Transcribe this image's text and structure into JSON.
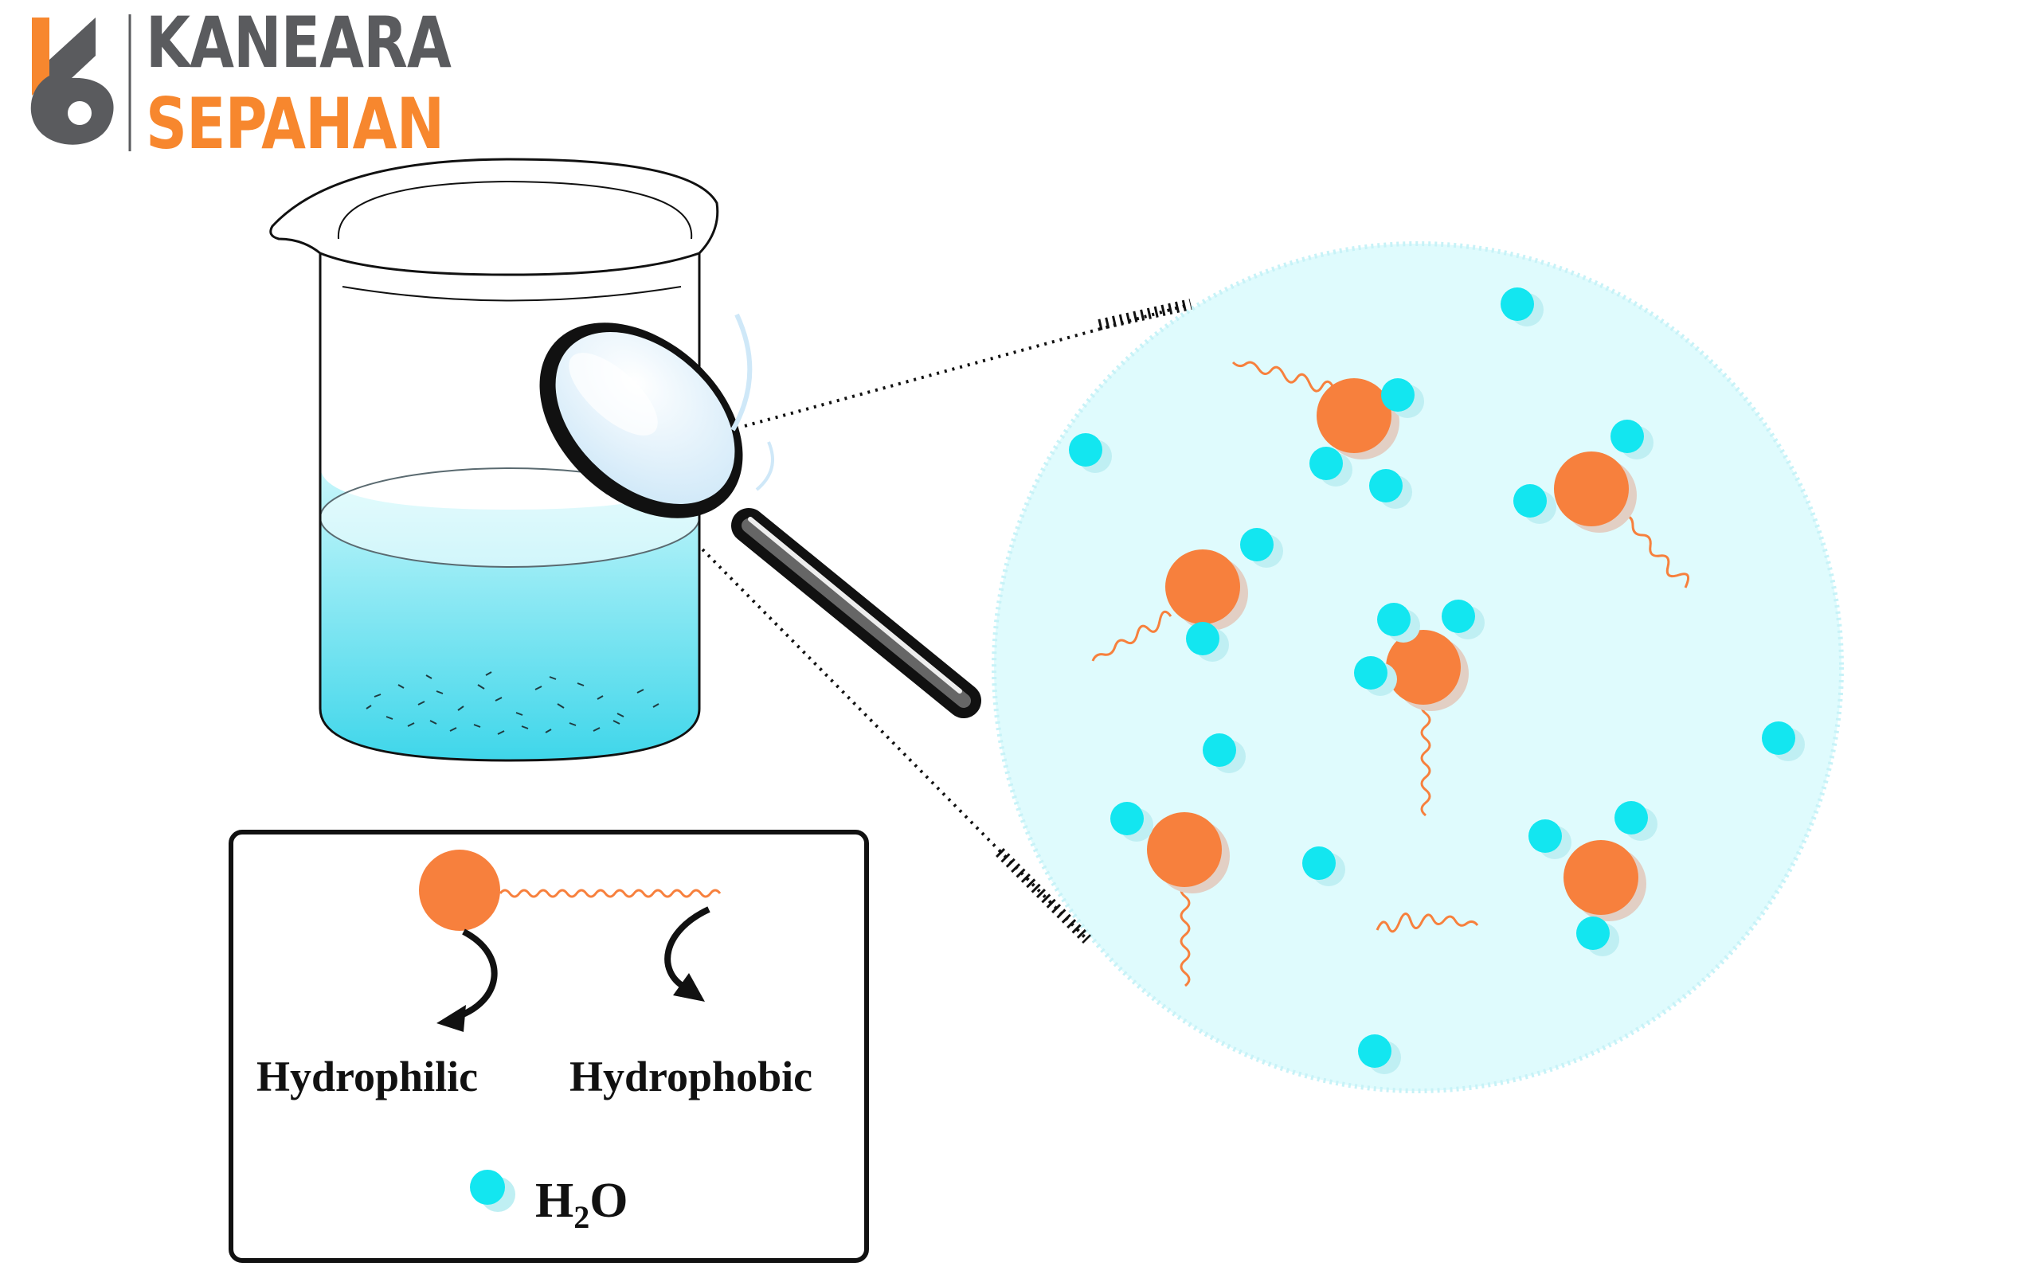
{
  "brand": {
    "line1": "KANEARA",
    "line2": "SEPAHAN",
    "line1_color": "#5a5b5e",
    "line2_color": "#f7872e"
  },
  "legend": {
    "hydrophilic_label": "Hydrophilic",
    "hydrophobic_label": "Hydrophobic",
    "water_label_prefix": "H",
    "water_label_subscript": "2",
    "water_label_suffix": "O"
  },
  "colors": {
    "surfactant_head": "#f7803d",
    "surfactant_tail": "#f7803d",
    "water_molecule": "#13e6f0",
    "zoom_background": "#dffbfd",
    "liquid": "#6fe5f2",
    "outline": "#111111"
  },
  "icons": {
    "beaker": "beaker-icon",
    "magnifier": "magnifying-glass-icon",
    "logo_mark": "kaneara-logo-mark-icon"
  }
}
